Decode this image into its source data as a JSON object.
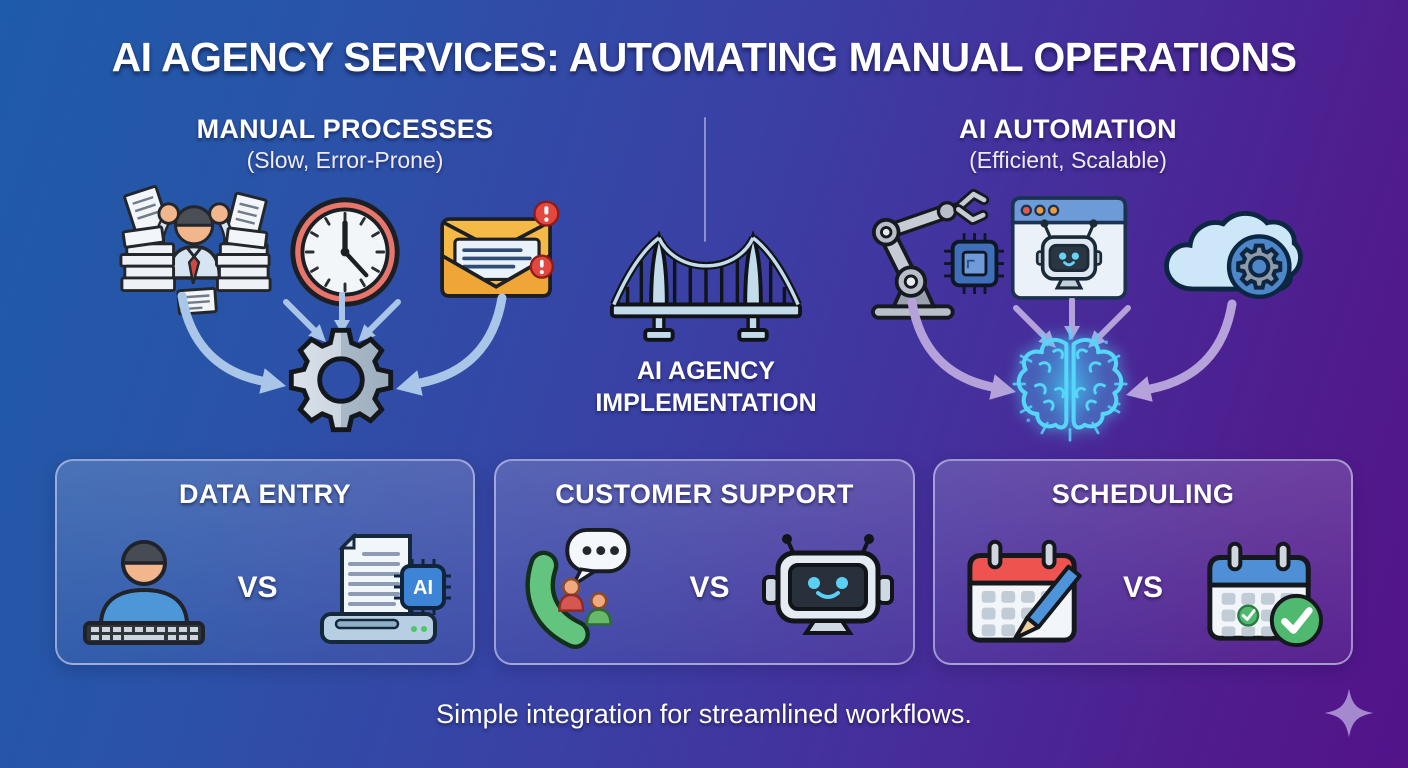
{
  "title": "AI AGENCY SERVICES: AUTOMATING MANUAL OPERATIONS",
  "manual_panel": {
    "title": "MANUAL PROCESSES",
    "subtitle": "(Slow, Error-Prone)",
    "icons": [
      "stressed-worker",
      "deadline-clock",
      "overloaded-inbox"
    ],
    "sink_icon": "gear"
  },
  "bridge": {
    "icon": "suspension-bridge",
    "label_line1": "AI AGENCY",
    "label_line2": "IMPLEMENTATION"
  },
  "automation_panel": {
    "title": "AI AUTOMATION",
    "subtitle": "(Efficient, Scalable)",
    "icons": [
      "robotic-arm-chip",
      "browser-bot",
      "cloud-gear"
    ],
    "sink_icon": "glowing-brain"
  },
  "cards": [
    {
      "title": "DATA ENTRY",
      "vs": "VS",
      "left_icon": "human-typist",
      "right_icon": "ai-document-scanner",
      "chip_label": "AI"
    },
    {
      "title": "CUSTOMER SUPPORT",
      "vs": "VS",
      "left_icon": "phone-agents",
      "right_icon": "chatbot"
    },
    {
      "title": "SCHEDULING",
      "vs": "VS",
      "left_icon": "manual-calendar-pen",
      "right_icon": "auto-calendar-check"
    }
  ],
  "footer": {
    "caption": "Simple integration for streamlined workflows."
  },
  "decor": {
    "sparkle_icon": "four-point-sparkle"
  },
  "colors": {
    "bg_top_left": "#1e5ba8",
    "bg_bottom_left": "#2f3ba3",
    "bg_top_right": "#46288f",
    "bg_bottom_right": "#531389",
    "arrow_left": "#a9c6e8",
    "arrow_right": "#b5a2da",
    "card_border": "#d4d6f5",
    "brain_glow": "#55d6fa"
  }
}
